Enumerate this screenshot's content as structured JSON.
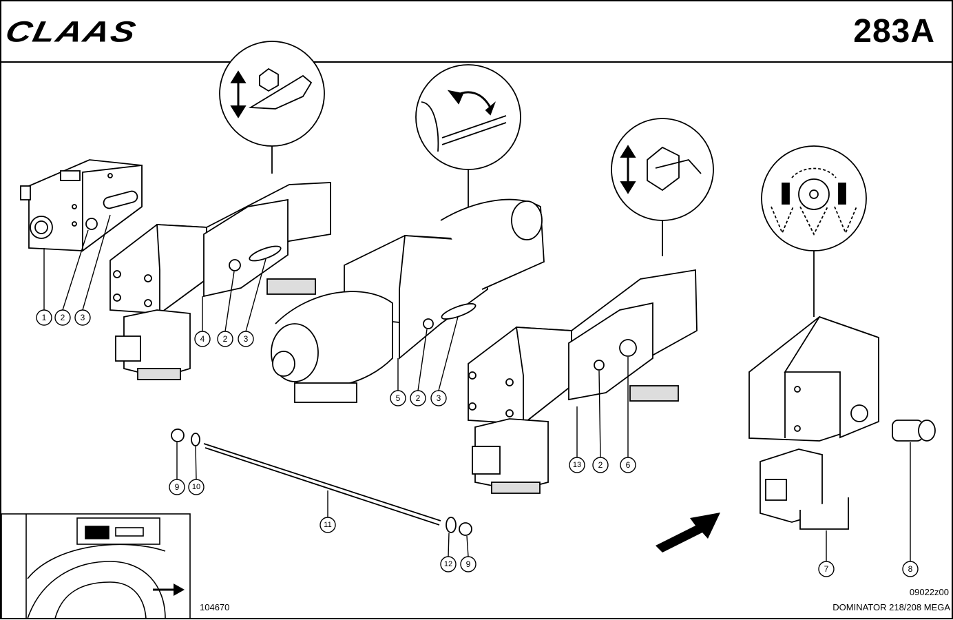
{
  "header": {
    "brand": "CLAAS",
    "sheet_number": "283A"
  },
  "footer": {
    "drawing_number": "104670",
    "diagram_code": "09022z00",
    "model": "DOMINATOR 218/208 MEGA"
  },
  "callouts": {
    "c1": "1",
    "c2a": "2",
    "c3a": "3",
    "c4": "4",
    "c2b": "2",
    "c3b": "3",
    "c5": "5",
    "c2c": "2",
    "c3c": "3",
    "c13": "13",
    "c2d": "2",
    "c6": "6",
    "c9a": "9",
    "c10": "10",
    "c11": "11",
    "c12": "12",
    "c9b": "9",
    "c7": "7",
    "c8": "8"
  }
}
